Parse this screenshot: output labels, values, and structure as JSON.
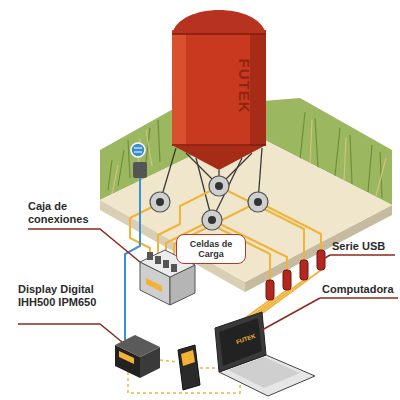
{
  "diagram": {
    "nodes": [
      {
        "text": [
          "FUTEK"
        ]
      },
      {
        "text": [
          "Celdas de Carga"
        ]
      }
    ],
    "labels": [
      "Caja de conexiones",
      "Display Digital IHH500 IPM650",
      "Serie USB",
      "Computadora",
      "FUTEK"
    ]
  }
}
